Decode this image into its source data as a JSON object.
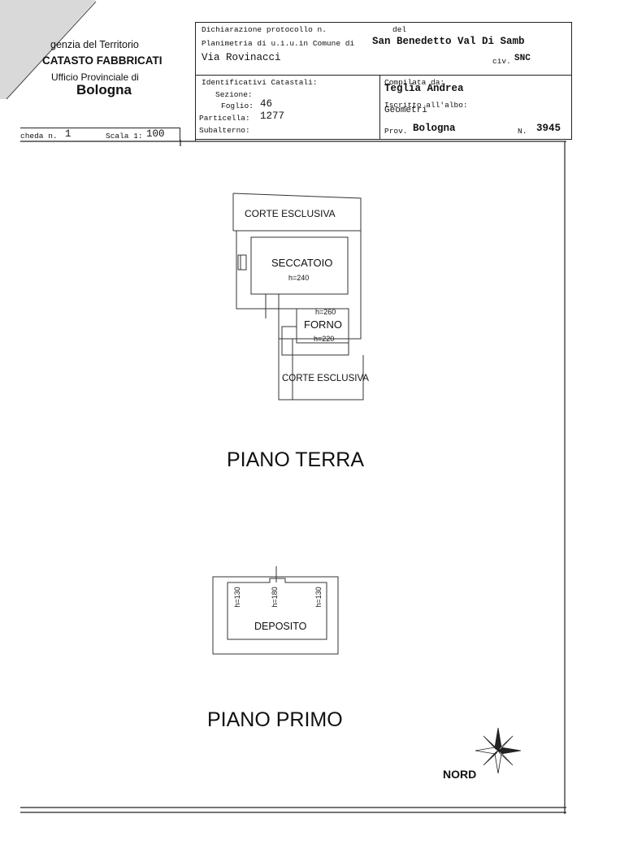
{
  "agency": {
    "line1": "genzia del Territorio",
    "line2": "CATASTO FABBRICATI",
    "line3": "Ufficio Provinciale di",
    "line4": "Bologna"
  },
  "sheet": {
    "scheda_label": "cheda n.",
    "scheda_value": "1",
    "scala_label": "Scala 1:",
    "scala_value": "100"
  },
  "protocol": {
    "dichiarazione_label": "Dichiarazione protocollo n.",
    "del_label": "del",
    "planimetria_label": "Planimetria di u.i.u.in Comune di",
    "comune": "San Benedetto Val Di Samb",
    "via": "Via Rovinacci",
    "civ_label": "civ.",
    "civ_value": "SNC"
  },
  "catastali": {
    "title": "Identificativi Catastali:",
    "sezione_label": "Sezione:",
    "foglio_label": "Foglio:",
    "foglio_value": "46",
    "particella_label": "Particella:",
    "particella_value": "1277",
    "subalterno_label": "Subalterno:"
  },
  "compiler": {
    "compilata_label": "Compilata da:",
    "name": "Teglia Andrea",
    "iscritto_label": "Iscritto all'albo:",
    "albo": "Geometri",
    "prov_label": "Prov.",
    "prov_value": "Bologna",
    "n_label": "N.",
    "n_value": "3945"
  },
  "ground_floor": {
    "corte_top": "CORTE ESCLUSIVA",
    "room1_name": "SECCATOIO",
    "room1_h": "h=240",
    "room2_h_top": "h=260",
    "room2_name": "FORNO",
    "room2_h_bottom": "h=220",
    "corte_bottom": "CORTE ESCLUSIVA",
    "floor_title": "PIANO TERRA"
  },
  "first_floor": {
    "h_left": "h=130",
    "h_center": "h=180",
    "h_right": "h=130",
    "room_name": "DEPOSITO",
    "floor_title": "PIANO PRIMO"
  },
  "north": {
    "label": "NORD"
  }
}
